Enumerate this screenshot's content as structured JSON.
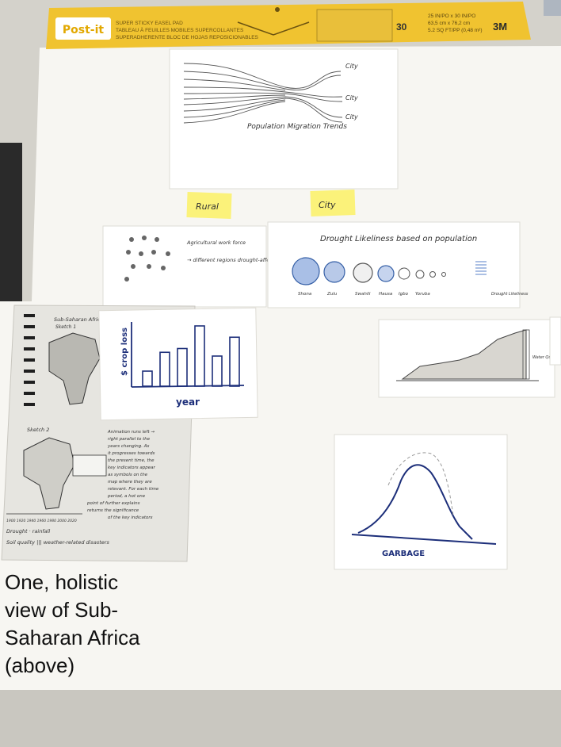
{
  "pad": {
    "brand": "Post-it",
    "product_lines": [
      "SUPER STICKY EASEL PAD",
      "TABLEAU À FEUILLES MOBILES SUPERCOLLANTES",
      "SUPERADHERENTE BLOC DE HOJAS REPOSICIONABLES"
    ],
    "count": "30",
    "size_lines": [
      "25 IN/PO x 30 IN/PO",
      "63,5 cm x 76,2 cm",
      "5.2 SQ FT/PP (0,48 m²)"
    ],
    "maker": "3M"
  },
  "sketches": {
    "migration": {
      "title": "Population Migration Trends",
      "city_labels": [
        "City",
        "City",
        "City"
      ]
    },
    "sticky_notes": {
      "rural": "Rural",
      "city": "City"
    },
    "people": {
      "notes": [
        "Agricultural work force",
        "→ different regions drought-affected"
      ]
    },
    "drought": {
      "title": "Drought Likeliness based on population",
      "bubble_labels": [
        "Shona",
        "Zulu",
        "Swahili",
        "Hausa",
        "Igbo",
        "Yoruba"
      ],
      "side_note": "Drought Likeliness"
    },
    "bar_chart": {
      "ylabel": "$ crop loss",
      "xlabel": "year",
      "values": [
        2,
        4.5,
        5,
        8,
        4,
        6.5
      ]
    },
    "area_chart": {
      "side_note": "Water Quality"
    },
    "garbage": {
      "label": "GARBAGE"
    },
    "printout": {
      "sketch1_title": "Sub-Saharan Africa",
      "sketch1_sub": "Sketch 1",
      "sketch2_title": "Sketch 2",
      "note_lines": [
        "Animation runs left →",
        "right parallel to the",
        "years changing. As",
        "it progresses towards",
        "the present time, the",
        "key indicators appear",
        "as symbols on the",
        "map where they are",
        "relevant. For each time",
        "period, a hot one",
        "point of further explains",
        "returns the significance",
        "of the key indicators"
      ],
      "year_axis": "1900 1920 1940 1960 1980 2000 2020",
      "bottom_notes": [
        "Drought · rainfall",
        "Soil quality ||| weather-related disasters"
      ]
    }
  },
  "caption": [
    "One, holistic",
    "view of Sub-",
    "Saharan Africa",
    "(above)"
  ]
}
